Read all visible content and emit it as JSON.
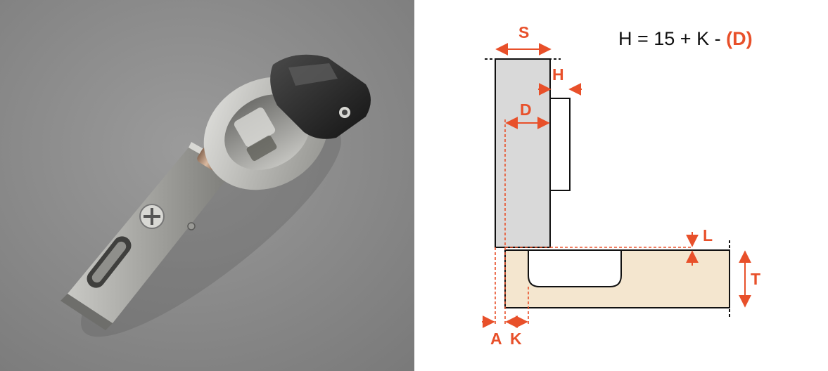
{
  "formula": {
    "text": "H = 15 + K - ",
    "accent": "(D)"
  },
  "labels": {
    "s": "S",
    "h": "H",
    "d": "D",
    "l": "L",
    "t": "T",
    "a": "A",
    "k": "K"
  },
  "colors": {
    "accent": "#e8502a",
    "door": "#d9d9d9",
    "cabinet": "#f4e6cf",
    "outline": "#111111",
    "photo_bg": "#8c8c8c"
  }
}
